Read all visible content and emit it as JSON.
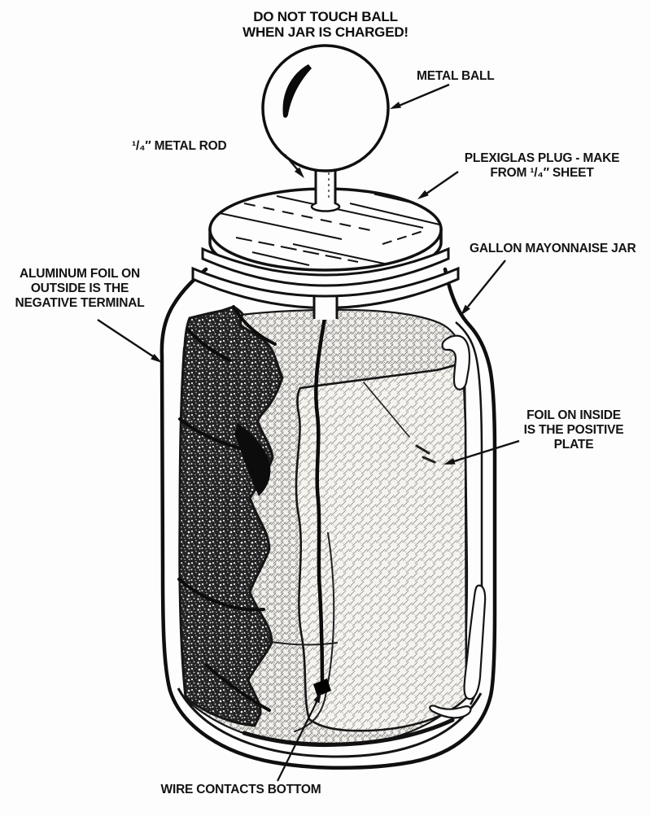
{
  "title": "DO NOT TOUCH BALL\nWHEN JAR IS CHARGED!",
  "labels": {
    "metal_ball": "METAL BALL",
    "metal_rod": "¹/₄″ METAL ROD",
    "plexiglas_plug": "PLEXIGLAS PLUG - MAKE\nFROM ¹/₄″ SHEET",
    "gallon_jar": "GALLON MAYONNAISE JAR",
    "outside_foil": "ALUMINUM FOIL ON\nOUTSIDE IS THE\nNEGATIVE TERMINAL",
    "inside_foil": "FOIL ON INSIDE\nIS THE POSITIVE\nPLATE",
    "wire": "WIRE CONTACTS BOTTOM"
  },
  "colors": {
    "ink": "#131313",
    "paper": "#fdfdfd",
    "foil_dark": "#232323",
    "hatch_line": "#7d7d7d"
  }
}
